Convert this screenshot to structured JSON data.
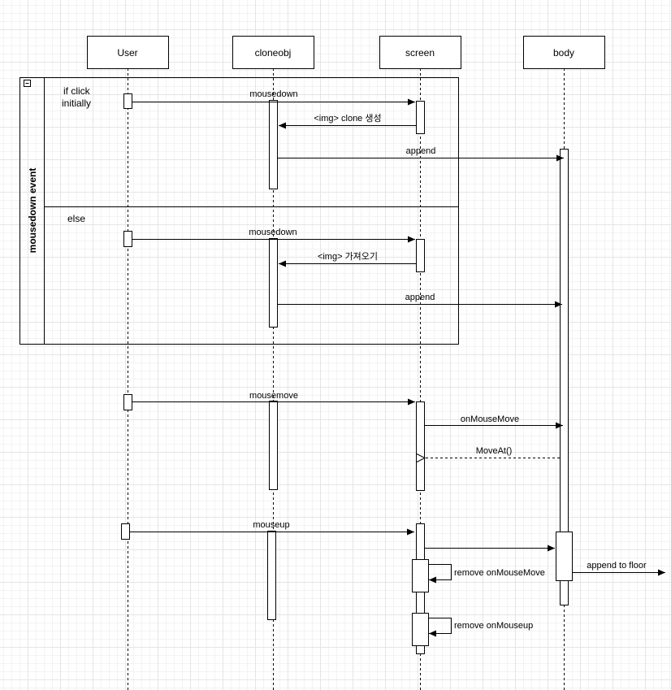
{
  "participants": [
    "User",
    "cloneobj",
    "screen",
    "body"
  ],
  "fragment": {
    "title": "mousedown event",
    "guard_1": [
      "if click",
      "initially"
    ],
    "guard_2": "else"
  },
  "messages": {
    "m1": "mousedown",
    "m2": "<img> clone 생성",
    "m3": "append",
    "m4": "mousedown",
    "m5": "<img> 가져오기",
    "m6": "append",
    "m7": "mousemove",
    "m8": "onMouseMove",
    "m9": "MoveAt()",
    "m10": "mouseup",
    "m11": "append to floor",
    "m12": "remove onMouseMove",
    "m13": "remove onMouseup"
  },
  "icons": {
    "collapse": "minus-box-icon"
  }
}
